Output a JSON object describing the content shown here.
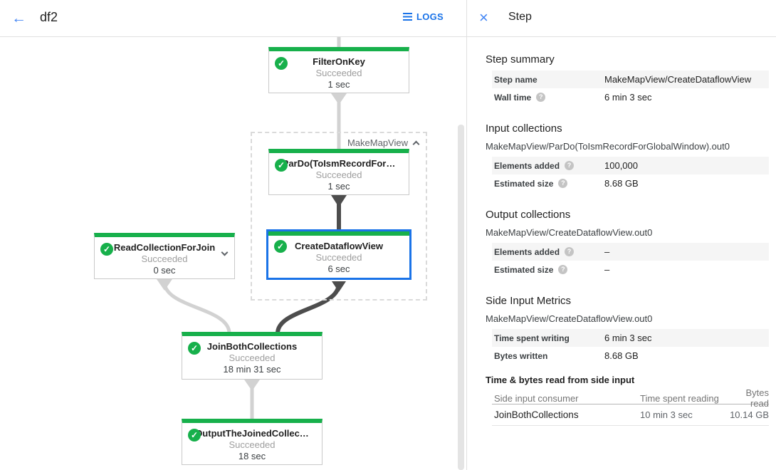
{
  "icons": {
    "back_arrow": "←",
    "close": "×",
    "check": "✓"
  },
  "topbar": {
    "title": "df2",
    "logs_label": "LOGS"
  },
  "graph": {
    "group_label": "MakeMapView",
    "nodes": [
      {
        "title": "FilterOnKey",
        "status": "Succeeded",
        "time": "1 sec"
      },
      {
        "title": "ParDo(ToIsmRecordFor…",
        "status": "Succeeded",
        "time": "1 sec"
      },
      {
        "title": "CreateDataflowView",
        "status": "Succeeded",
        "time": "6 sec"
      },
      {
        "title": "ReadCollectionForJoin",
        "status": "Succeeded",
        "time": "0 sec"
      },
      {
        "title": "JoinBothCollections",
        "status": "Succeeded",
        "time": "18 min 31 sec"
      },
      {
        "title": "OutputTheJoinedCollec…",
        "status": "Succeeded",
        "time": "18 sec"
      }
    ],
    "status_green": "#17b04b",
    "selected_blue": "#1a73e8",
    "edge_light": "#d2d2d2",
    "edge_dark": "#4d4d4d"
  },
  "panel": {
    "title": "Step",
    "summary_heading": "Step summary",
    "summary_rows": [
      {
        "label": "Step name",
        "value": "MakeMapView/CreateDataflowView"
      },
      {
        "label": "Wall time",
        "value": "6 min 3 sec"
      }
    ],
    "input_heading": "Input collections",
    "input_collection": "MakeMapView/ParDo(ToIsmRecordForGlobalWindow).out0",
    "input_rows": [
      {
        "label": "Elements added",
        "value": "100,000"
      },
      {
        "label": "Estimated size",
        "value": "8.68 GB"
      }
    ],
    "output_heading": "Output collections",
    "output_collection": "MakeMapView/CreateDataflowView.out0",
    "output_rows": [
      {
        "label": "Elements added",
        "value": "–"
      },
      {
        "label": "Estimated size",
        "value": "–"
      }
    ],
    "side_heading": "Side Input Metrics",
    "side_collection": "MakeMapView/CreateDataflowView.out0",
    "side_rows": [
      {
        "label": "Time spent writing",
        "value": "6 min 3 sec"
      },
      {
        "label": "Bytes written",
        "value": "8.68 GB"
      }
    ],
    "table_heading": "Time & bytes read from side input",
    "table": {
      "columns": [
        "Side input consumer",
        "Time spent reading",
        "Bytes read"
      ],
      "rows": [
        {
          "consumer": "JoinBothCollections",
          "time_reading": "10 min 3 sec",
          "bytes_read": "10.14 GB"
        }
      ]
    }
  }
}
